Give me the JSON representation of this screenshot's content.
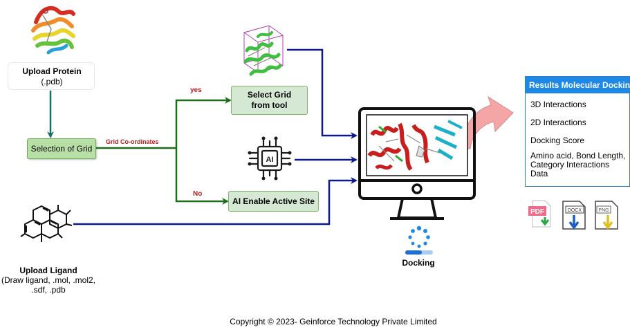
{
  "protein": {
    "title": "Upload Protein",
    "subtitle": "(.pdb)"
  },
  "selection_grid": {
    "label": "Selection of Grid"
  },
  "edge_labels": {
    "grid_coords": "Grid Co-ordinates",
    "yes": "yes",
    "no": "No"
  },
  "select_grid_tool": {
    "label": "Select Grid from tool"
  },
  "ai_enable": {
    "label": "AI Enable Active Site"
  },
  "ligand": {
    "title": "Upload Ligand",
    "line1": "(Draw ligand, .mol, .mol2,",
    "line2": ".sdf, .pdb"
  },
  "docking": {
    "label": "Docking"
  },
  "ai_chip_text": "AI",
  "results": {
    "header": "Results Molecular Docking",
    "items": [
      "3D Interactions",
      "2D Interactions",
      "Docking Score",
      "Amino acid, Bond Length, Category Interactions Data"
    ]
  },
  "file_icons": [
    "PDF",
    "DOCX",
    "PNG"
  ],
  "footer": {
    "copyright": "Copyright © 2023- Geinforce Technology Private Limited"
  },
  "colors": {
    "green_arrow": "#1a6e1a",
    "blue_arrow": "#0a1a8c",
    "teal_arrow": "#1a6a66",
    "results_blue": "#1e88e5",
    "pink_arrow": "#f4a6a6"
  }
}
